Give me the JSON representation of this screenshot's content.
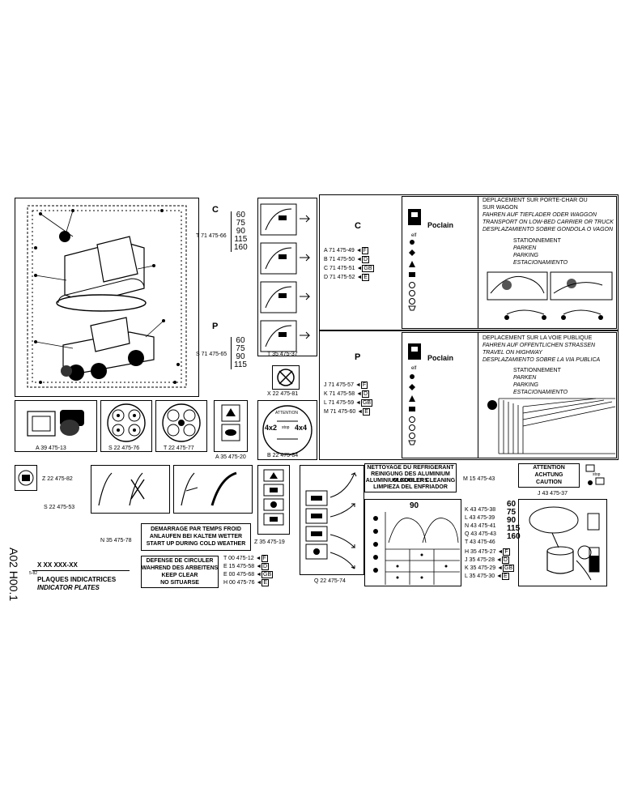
{
  "doc": {
    "sheet_id_vertical": "A02 H00.1",
    "ref_code": "X XX  XXX-XX",
    "sub_ref": "5-82",
    "title_fr": "PLAQUES INDICATRICES",
    "title_en": "INDICATOR PLATES"
  },
  "left_block": {
    "c_letter": "C",
    "c_part": "T 71 475-66",
    "c_values": [
      "60",
      "75",
      "90",
      "115",
      "160"
    ],
    "p_letter": "P",
    "p_part": "S 71 475-65",
    "p_values": [
      "60",
      "75",
      "90",
      "115"
    ]
  },
  "small_plates": {
    "a39": "A 39 475-13",
    "s22": "S 22 475-76",
    "t22": "T 22 475-77",
    "a35": "A 35 475-20",
    "t35": "T 35 475-37",
    "x22": "X 22 475-81",
    "b22": "B 22 475-84",
    "z22": "Z 22 475-82",
    "s2253": "S 22 475-53",
    "z35": "Z 35 475-19",
    "q22": "Q 22 475-74",
    "attention_top": "ATTENTION",
    "attention_4x2": "4x2",
    "attention_stop": "stop",
    "attention_4x4": "4x4"
  },
  "coldstart": {
    "part": "N 35 475-78",
    "lines": [
      "DEMARRAGE PAR TEMPS FROID",
      "ANLAUFEN BEI KALTEM WETTER",
      "START UP DURING COLD WEATHER"
    ]
  },
  "keepclear": {
    "lines": [
      "DEFENSE DE CIRCULER",
      "WAHREND DES ARBEITENS",
      "KEEP CLEAR",
      "NO SITUARSE"
    ],
    "parts": [
      "T 00 475-12",
      "E 15 475-58",
      "E 00 475-68",
      "H 00 475-76"
    ],
    "langs": [
      "F",
      "D",
      "GB",
      "E"
    ]
  },
  "transport": {
    "c_letter": "C",
    "c_parts": [
      "A 71 475-49",
      "B 71 475-50",
      "C 71 475-51",
      "D 71 475-52"
    ],
    "p_letter": "P",
    "p_parts": [
      "J 71 475-57",
      "K 71 475-58",
      "L 71 475-59",
      "M 71 475-60"
    ],
    "langs": [
      "F",
      "D",
      "GB",
      "E"
    ],
    "brand": "Poclain",
    "brand_small": "elf",
    "wagon_lines": [
      "DEPLACEMENT SUR PORTE-CHAR OU",
      "SUR WAGON",
      "FAHREN AUF TIEFLADER ODER WAGGON",
      "TRANSPORT ON LOW-BED CARRIER OR TRUCK",
      "DESPLAZAMIENTO SOBRE GONDOLA O VAGON"
    ],
    "road_lines": [
      "DEPLACEMENT SUR LA VOIE PUBLIQUE",
      "FAHREN AUF OFFENTLICHEN STRASSEN",
      "TRAVEL ON HIGHWAY",
      "DESPLAZAMIENTO SOBRE LA VIA PUBLICA"
    ],
    "park_lines": [
      "STATIONNEMENT",
      "PARKEN",
      "PARKING",
      "ESTACIONAMIENTO"
    ]
  },
  "cooler": {
    "lines": [
      "NETTOYAGE DU REFRIGERANT",
      "REINIGUNG DES ALUMINIUM OLKUHLERS",
      "ALUMINIUM COOLER CLEANING",
      "LIMPIEZA DEL ENFRIADOR"
    ],
    "part": "M 15 475-43"
  },
  "attention": {
    "lines": [
      "ATTENTION",
      "ACHTUNG",
      "CAUTION"
    ],
    "stop": "stop",
    "part": "J 43 475-37"
  },
  "grease": {
    "header_value": "90",
    "parts": [
      "K 43 475-38",
      "L 43 475-39",
      "N 43 475-41",
      "Q 43 475-43",
      "T 43 475-46"
    ],
    "values": [
      "60",
      "75",
      "90",
      "115",
      "160"
    ]
  },
  "lang_parts": {
    "parts": [
      "H 35 475-27",
      "J 35 475-28",
      "K 35 475-29",
      "L 35 475-30"
    ],
    "langs": [
      "F",
      "D",
      "GB",
      "E"
    ]
  }
}
